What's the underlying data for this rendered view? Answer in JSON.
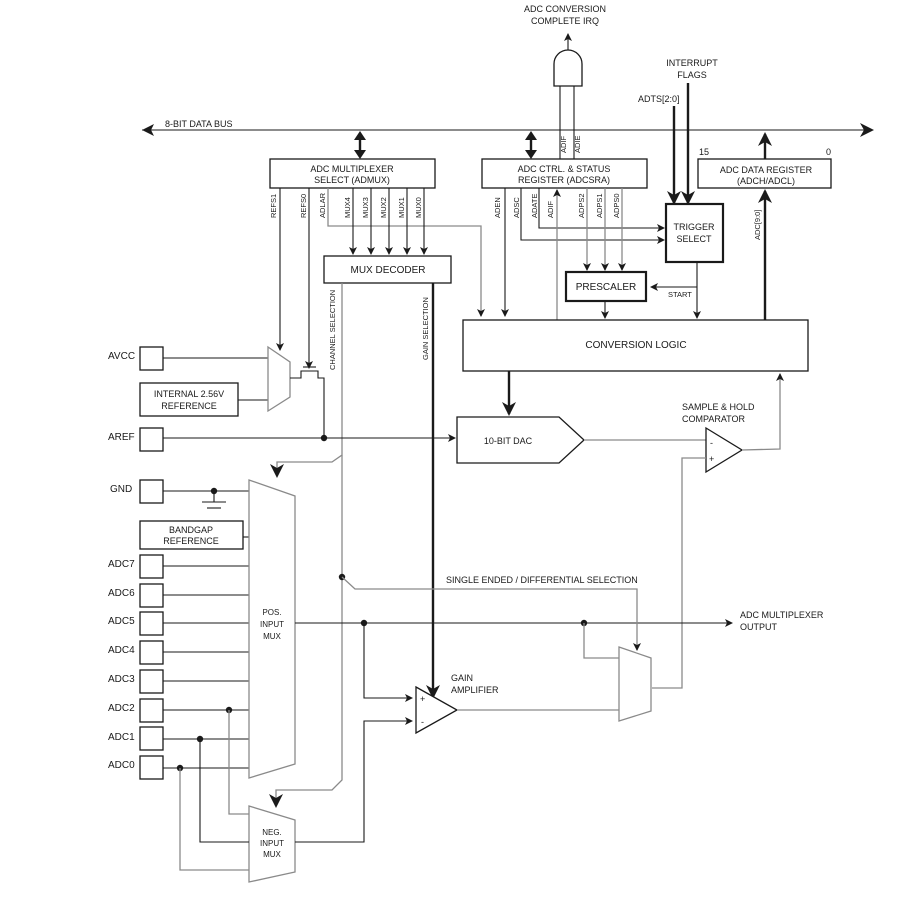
{
  "diagram": {
    "bus": {
      "label": "8-BIT DATA BUS"
    },
    "irq": {
      "label_line1": "ADC CONVERSION",
      "label_line2": "COMPLETE IRQ"
    },
    "interrupt_flags": {
      "line1": "INTERRUPT",
      "line2": "FLAGS"
    },
    "adts": "ADTS[2:0]",
    "and_gate_inputs": [
      "ADIF",
      "ADIE"
    ],
    "admux": {
      "line1": "ADC MULTIPLEXER",
      "line2": "SELECT (ADMUX)",
      "bits": [
        "REFS1",
        "REFS0",
        "ADLAR",
        "MUX4",
        "MUX3",
        "MUX2",
        "MUX1",
        "MUX0"
      ]
    },
    "adcsra": {
      "line1": "ADC CTRL. & STATUS",
      "line2": "REGISTER (ADCSRA)",
      "bits": [
        "ADEN",
        "ADSC",
        "ADATE",
        "ADIF",
        "ADPS2",
        "ADPS1",
        "ADPS0"
      ]
    },
    "data_register": {
      "line1": "ADC DATA REGISTER",
      "line2": "(ADCH/ADCL)",
      "msb": "15",
      "lsb": "0",
      "bus_label": "ADC[9:0]"
    },
    "trigger_select": {
      "line1": "TRIGGER",
      "line2": "SELECT"
    },
    "prescaler": "PRESCALER",
    "start": "START",
    "mux_decoder": "MUX DECODER",
    "channel_selection": "CHANNEL SELECTION",
    "gain_selection": "GAIN SELECTION",
    "conversion_logic": "CONVERSION LOGIC",
    "dac": "10-BIT DAC",
    "comparator": {
      "line1": "SAMPLE & HOLD",
      "line2": "COMPARATOR",
      "minus": "-",
      "plus": "+"
    },
    "internal_ref": {
      "line1": "INTERNAL 2.56V",
      "line2": "REFERENCE"
    },
    "bandgap": {
      "line1": "BANDGAP",
      "line2": "REFERENCE"
    },
    "pins": {
      "avcc": "AVCC",
      "aref": "AREF",
      "gnd": "GND",
      "adc": [
        "ADC7",
        "ADC6",
        "ADC5",
        "ADC4",
        "ADC3",
        "ADC2",
        "ADC1",
        "ADC0"
      ]
    },
    "pos_mux": {
      "line1": "POS.",
      "line2": "INPUT",
      "line3": "MUX"
    },
    "neg_mux": {
      "line1": "NEG.",
      "line2": "INPUT",
      "line3": "MUX"
    },
    "single_diff": "SINGLE ENDED / DIFFERENTIAL SELECTION",
    "gain_amp": {
      "line1": "GAIN",
      "line2": "AMPLIFIER",
      "plus": "+",
      "minus": "-"
    },
    "mux_output": {
      "line1": "ADC MULTIPLEXER",
      "line2": "OUTPUT"
    }
  }
}
